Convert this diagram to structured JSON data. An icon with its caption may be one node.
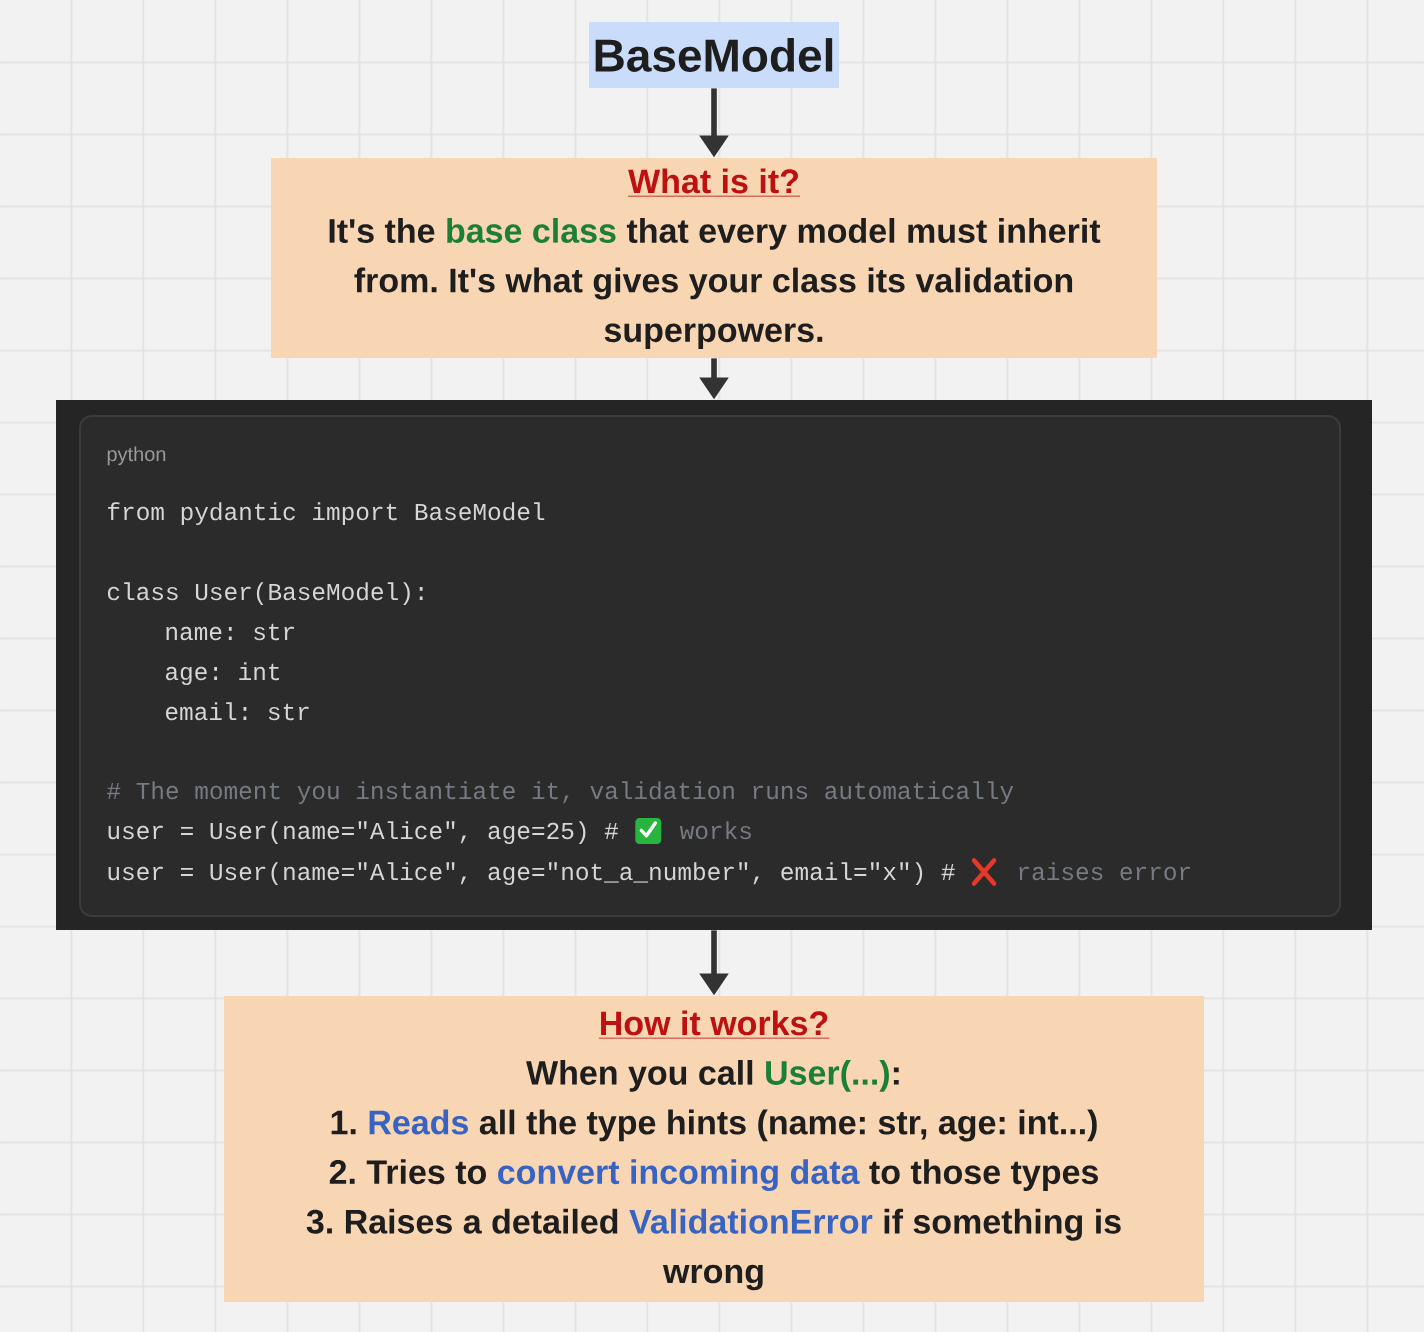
{
  "diagram": {
    "nodes": [
      {
        "text": [
          "BaseModel"
        ]
      },
      {
        "text": [
          "What is it?",
          "It's the **base class** that every model must inherit from. It's what gives your class its validation superpowers."
        ]
      },
      {
        "text": [
          "python",
          "from pydantic import BaseModel",
          "class User(BaseModel):",
          "name: str",
          "age: int",
          "email: str",
          "# The moment you instantiate it, validation runs automatically",
          "user = User(name=\"Alice\", age=25)  #",
          "works",
          "user = User(name=\"Alice\", age=\"not_a_number\", email=\"x\")   #",
          "raises error"
        ]
      },
      {
        "text": [
          "How it works?",
          "When you call **User(...)**:",
          "1. **Reads** all the type hints (name: str, age: int...)",
          "2. Tries to **convert incoming data** to those types",
          "3. Raises a detailed **ValidationError** if something is wrong"
        ]
      }
    ],
    "edges": [
      {
        "from": 0,
        "to": 1,
        "arrow": "to"
      },
      {
        "from": 1,
        "to": 2,
        "arrow": "to"
      },
      {
        "from": 2,
        "to": 3,
        "arrow": "to"
      }
    ]
  }
}
